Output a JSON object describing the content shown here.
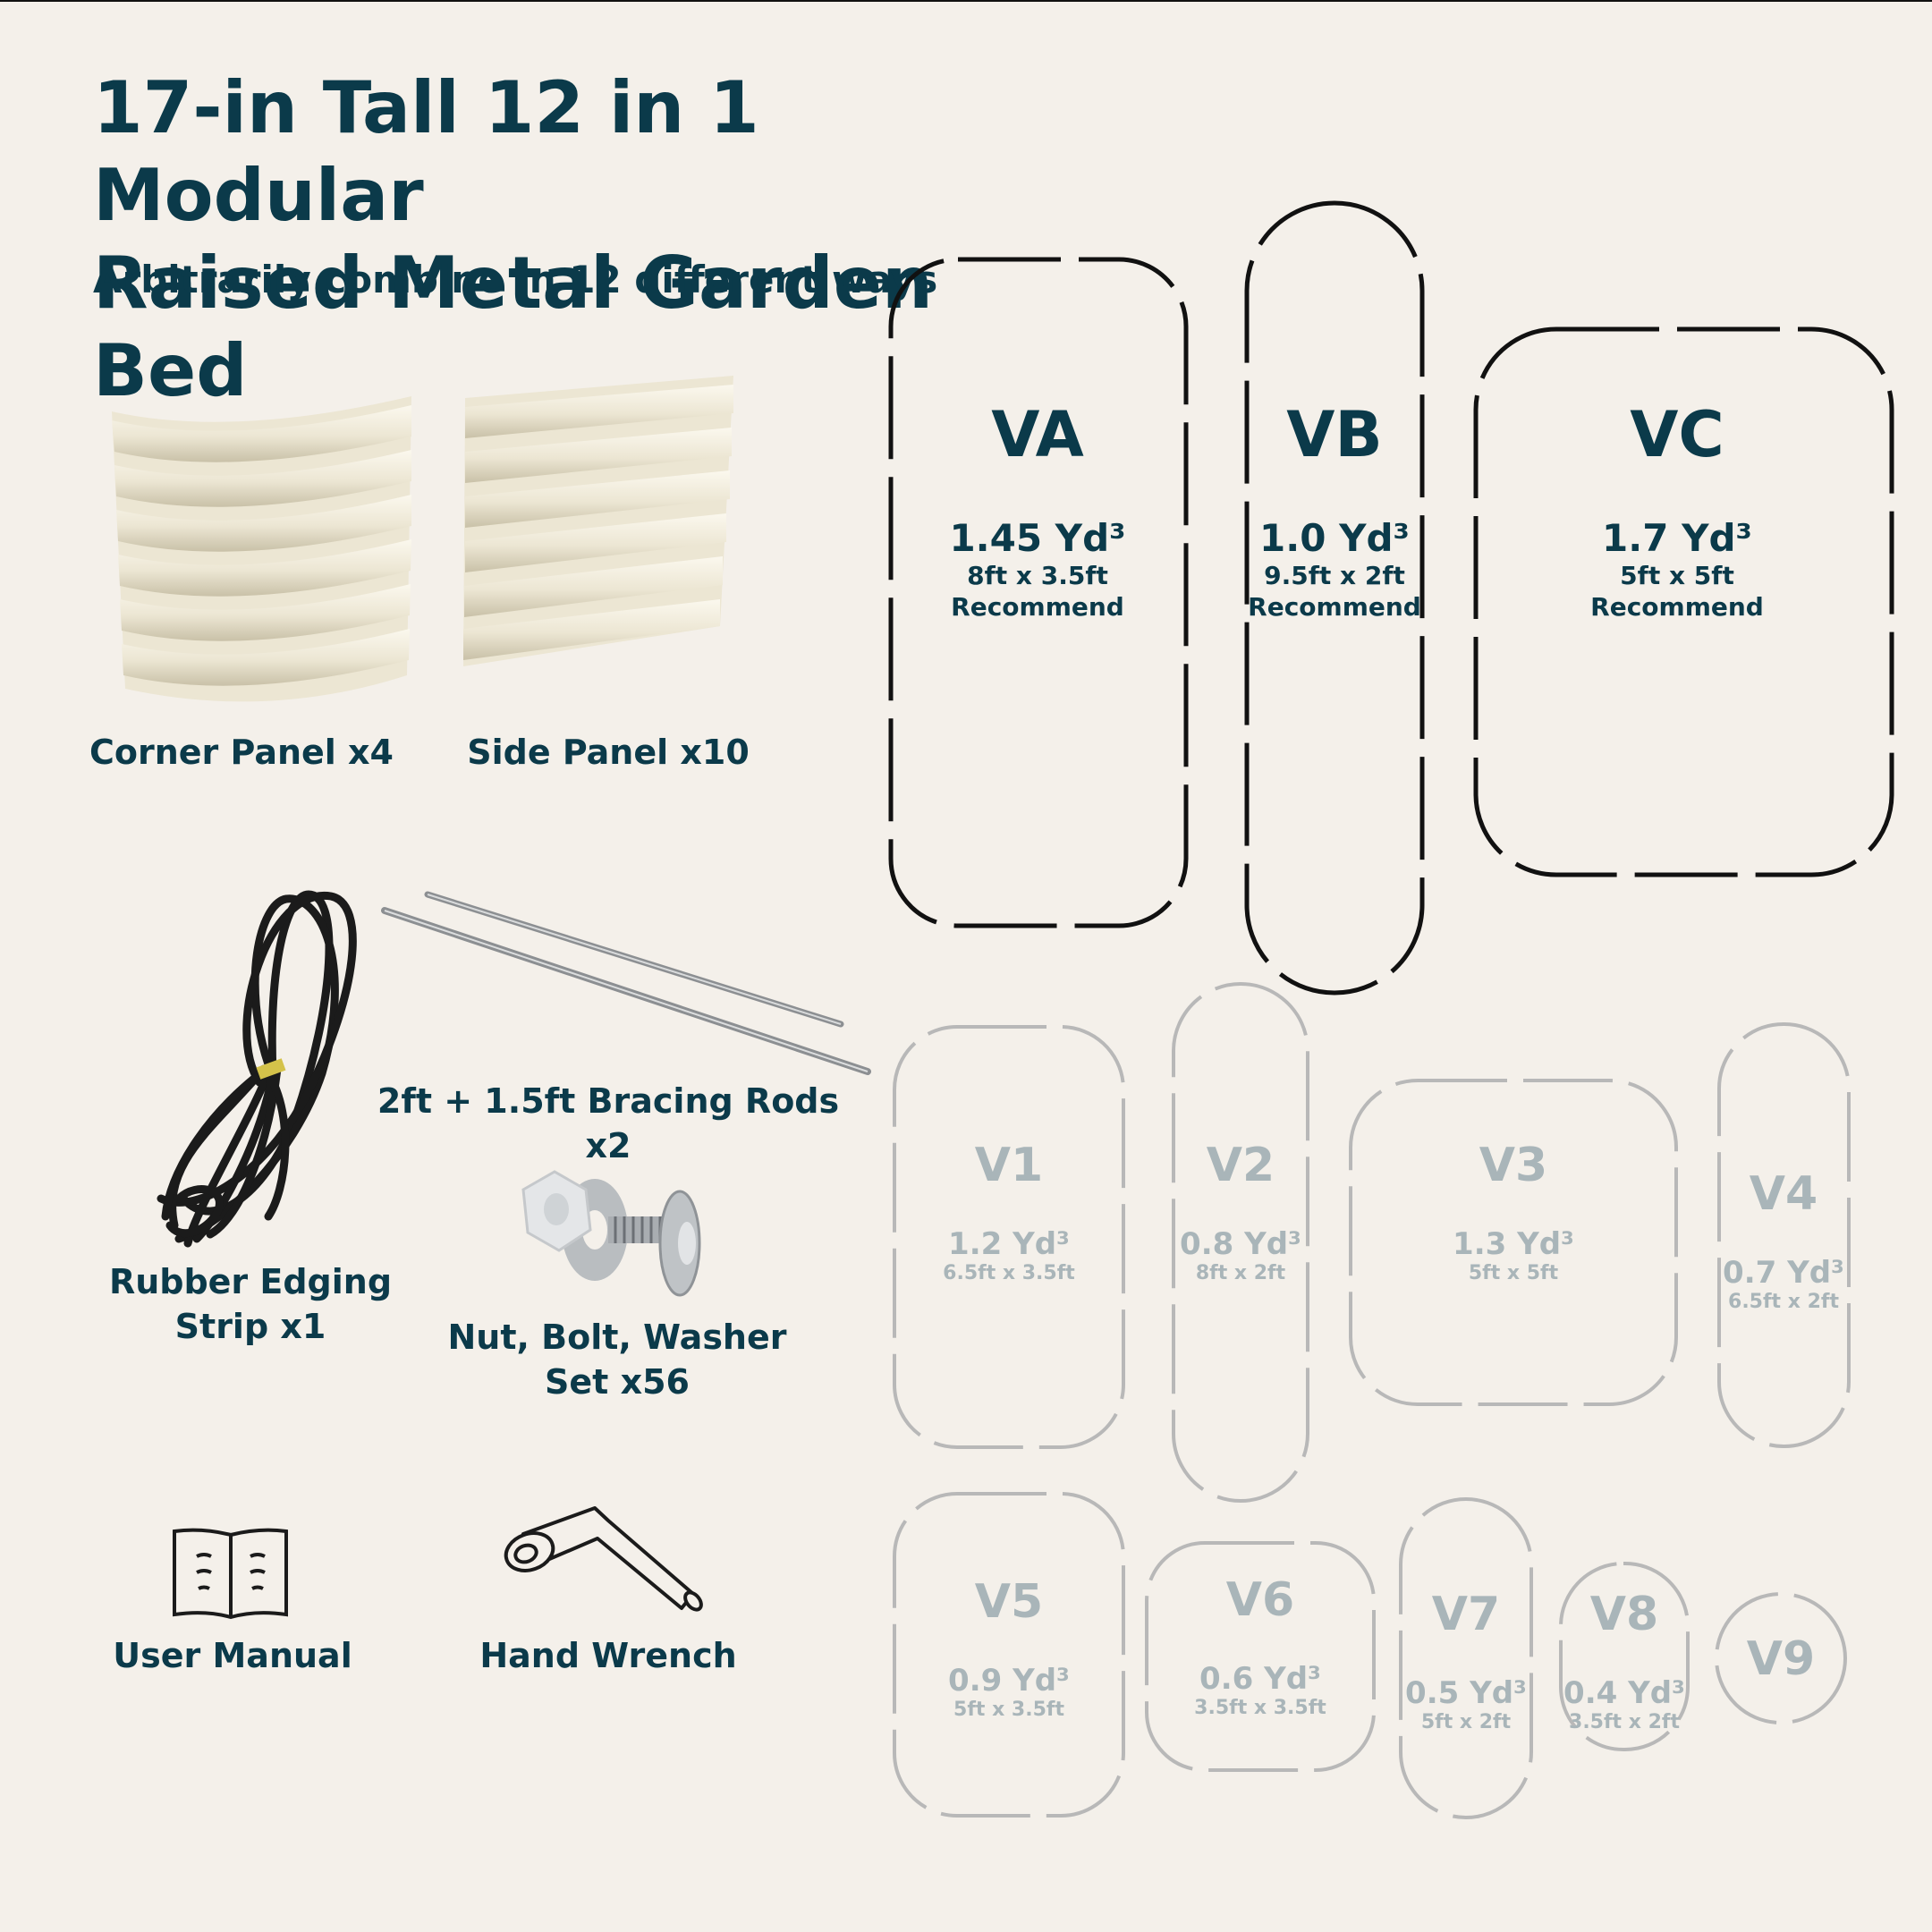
{
  "header": {
    "title_line1": "17-in Tall 12 in 1 Modular",
    "title_line2": "Raised Metal Garden Bed",
    "subtitle": "Arbitrarily combine in 12 different ways"
  },
  "parts": {
    "corner_panel": "Corner Panel x4",
    "side_panel": "Side Panel x10",
    "bracing_rods": "2ft + 1.5ft Bracing Rods x2",
    "rubber_line1": "Rubber Edging",
    "rubber_line2": "Strip x1",
    "nut_line1": "Nut, Bolt, Washer",
    "nut_line2": "Set x56",
    "user_manual": "User Manual",
    "hand_wrench": "Hand Wrench"
  },
  "recommended": [
    {
      "name": "VA",
      "volume": "1.45 Yd³",
      "size": "8ft x 3.5ft",
      "note": "Recommend"
    },
    {
      "name": "VB",
      "volume": "1.0 Yd³",
      "size": "9.5ft x 2ft",
      "note": "Recommend"
    },
    {
      "name": "VC",
      "volume": "1.7 Yd³",
      "size": "5ft x 5ft",
      "note": "Recommend"
    }
  ],
  "variants": [
    {
      "name": "V1",
      "volume": "1.2 Yd³",
      "size": "6.5ft x 3.5ft"
    },
    {
      "name": "V2",
      "volume": "0.8 Yd³",
      "size": "8ft x 2ft"
    },
    {
      "name": "V3",
      "volume": "1.3 Yd³",
      "size": "5ft x 5ft"
    },
    {
      "name": "V4",
      "volume": "0.7 Yd³",
      "size": "6.5ft x 2ft"
    },
    {
      "name": "V5",
      "volume": "0.9 Yd³",
      "size": "5ft x 3.5ft"
    },
    {
      "name": "V6",
      "volume": "0.6 Yd³",
      "size": "3.5ft x 3.5ft"
    },
    {
      "name": "V7",
      "volume": "0.5 Yd³",
      "size": "5ft x 2ft"
    },
    {
      "name": "V8",
      "volume": "0.4 Yd³",
      "size": "3.5ft x 2ft"
    },
    {
      "name": "V9"
    }
  ],
  "colors": {
    "background": "#f4f0ea",
    "text": "#0b3a4a",
    "dark_outline": "#111111",
    "light_outline": "#b8b8b8",
    "light_text": "#a9b5b9",
    "panel": "#ece6d3"
  }
}
